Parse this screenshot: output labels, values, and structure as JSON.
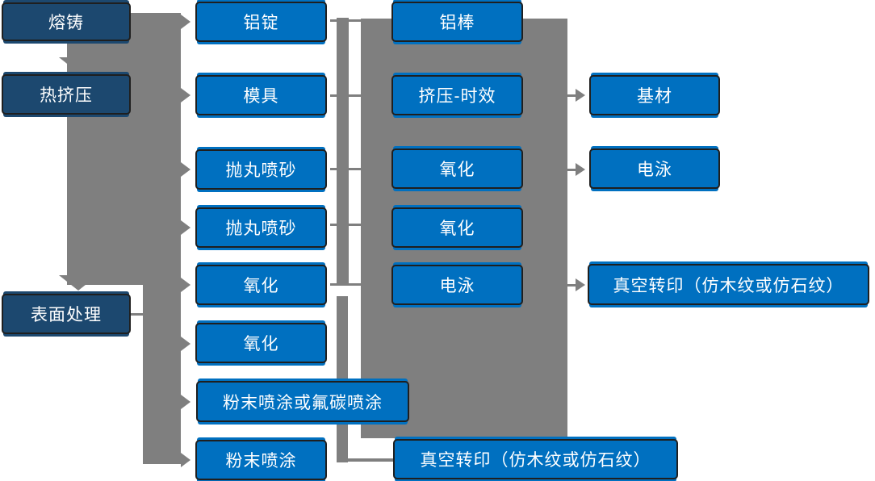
{
  "colors": {
    "node_blue": "#0070C0",
    "node_navy": "#1C486F",
    "connector_gray": "#7F7F7F",
    "node_border": "#1F1F1F",
    "text_white": "#FFFFFF"
  },
  "nodes": {
    "stage": [
      {
        "label": "熔铸"
      },
      {
        "label": "热挤压"
      },
      {
        "label": "表面处理"
      }
    ],
    "col2": [
      {
        "label": "铝锭"
      },
      {
        "label": "模具"
      },
      {
        "label": "抛丸喷砂"
      },
      {
        "label": "抛丸喷砂"
      },
      {
        "label": "氧化"
      },
      {
        "label": "氧化"
      },
      {
        "label": "粉末喷涂或氟碳喷涂"
      },
      {
        "label": "粉末喷涂"
      }
    ],
    "col3": [
      {
        "label": "铝棒"
      },
      {
        "label": "挤压-时效"
      },
      {
        "label": "氧化"
      },
      {
        "label": "氧化"
      },
      {
        "label": "电泳"
      },
      {
        "label": "真空转印（仿木纹或仿石纹）"
      }
    ],
    "col4": [
      {
        "label": "基材"
      },
      {
        "label": "电泳"
      },
      {
        "label": "真空转印（仿木纹或仿石纹）"
      }
    ]
  }
}
